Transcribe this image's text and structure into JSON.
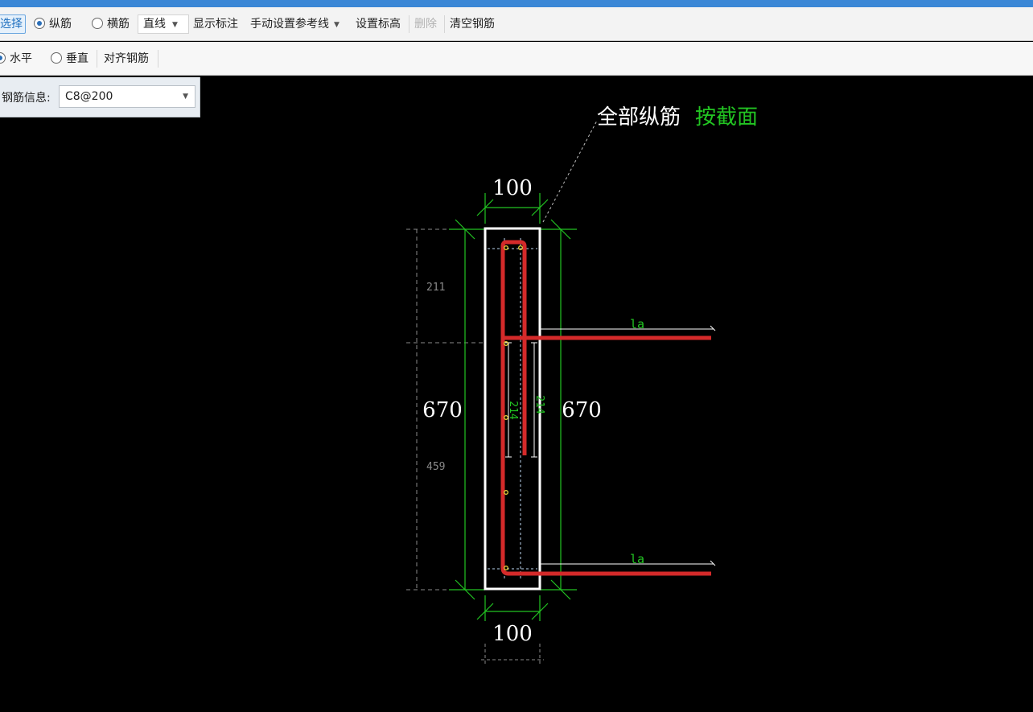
{
  "toolbar_row1": {
    "select_label": "选择",
    "radio_longitudinal": "纵筋",
    "radio_transverse": "横筋",
    "line_type_value": "直线",
    "show_annotation": "显示标注",
    "manual_ref_line": "手动设置参考线",
    "set_elevation": "设置标高",
    "delete": "删除",
    "clear_rebar": "清空钢筋",
    "longitudinal_selected": true
  },
  "toolbar_row2": {
    "radio_horizontal": "水平",
    "radio_vertical": "垂直",
    "align_rebar": "对齐钢筋"
  },
  "rebar_info": {
    "label": "钢筋信息:",
    "value": "C8@200"
  },
  "drawing": {
    "callout_white": "全部纵筋",
    "callout_green": "按截面",
    "dim_top": "100",
    "dim_bottom": "100",
    "dim_left": "670",
    "dim_right": "670",
    "dim_upper_segment": "211",
    "dim_lower_segment": "459",
    "dim_inner_1": "214",
    "dim_inner_2": "214",
    "anchor_label_top": "la",
    "anchor_label_bottom": "la",
    "colors": {
      "background": "#000000",
      "outline": "#ffffff",
      "rebar": "#d42a2a",
      "dimension": "#22c422",
      "auxiliary": "#8a8a8a"
    }
  },
  "icons": {
    "dropdown": "chevron-down-icon",
    "radio_on": "radio-selected-icon",
    "radio_off": "radio-unselected-icon"
  }
}
